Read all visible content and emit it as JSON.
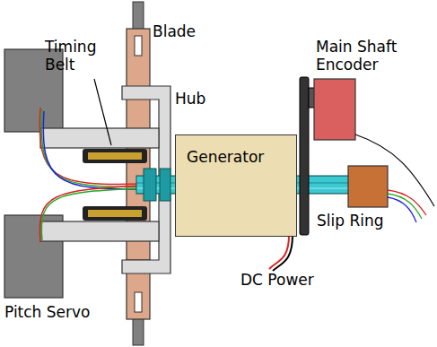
{
  "diagram": {
    "nodes": [
      {
        "text": [
          "Generator"
        ]
      }
    ],
    "labels": [
      "Blade",
      "Timing Belt",
      "Hub",
      "Main Shaft Encoder",
      "Slip Ring",
      "Pitch Servo",
      "DC Power"
    ]
  }
}
